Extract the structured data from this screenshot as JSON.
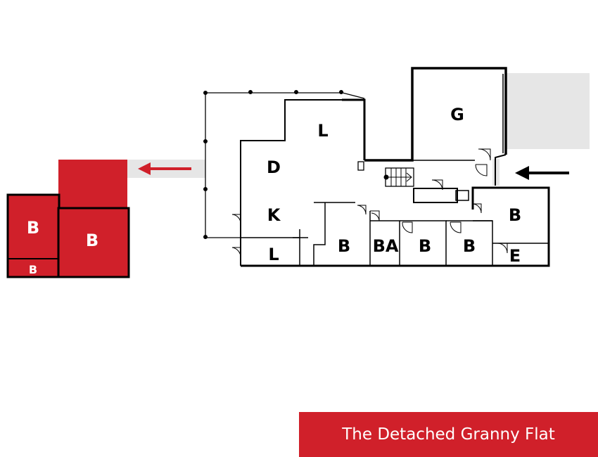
{
  "colors": {
    "accent": "#d0202a",
    "paving": "#e6e6e6",
    "wall": "#000000"
  },
  "flat": {
    "rooms": [
      {
        "id": "b1",
        "label": "B"
      },
      {
        "id": "b2",
        "label": "B"
      },
      {
        "id": "b3",
        "label": "B"
      }
    ],
    "arrow_icon": "arrow-left-icon"
  },
  "house": {
    "rooms": [
      {
        "id": "garage",
        "label": "G"
      },
      {
        "id": "living-upper",
        "label": "L"
      },
      {
        "id": "dining",
        "label": "D"
      },
      {
        "id": "kitchen",
        "label": "K"
      },
      {
        "id": "living-lower",
        "label": "L"
      },
      {
        "id": "bedroom-1",
        "label": "B"
      },
      {
        "id": "bathroom",
        "label": "BA"
      },
      {
        "id": "bedroom-2",
        "label": "B"
      },
      {
        "id": "bedroom-3",
        "label": "B"
      },
      {
        "id": "bedroom-4",
        "label": "B"
      },
      {
        "id": "entry",
        "label": "E"
      }
    ],
    "entry_arrow_icon": "arrow-left-icon"
  },
  "caption": "The Detached Granny Flat"
}
